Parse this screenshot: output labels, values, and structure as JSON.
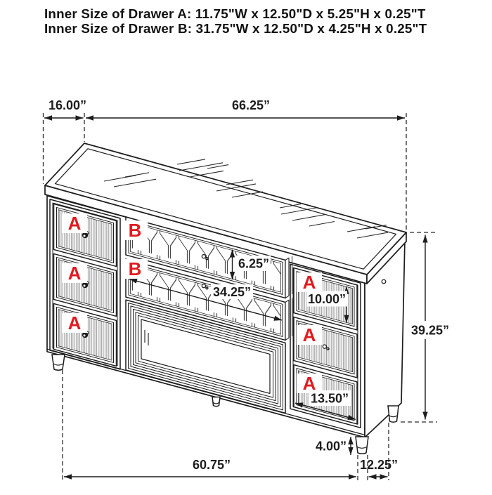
{
  "header": {
    "line1": "Inner Size of Drawer A: 11.75\"W x 12.50\"D x 5.25\"H x 0.25\"T",
    "line2": "Inner Size of Drawer B: 31.75\"W x 12.50\"D x 4.25\"H x 0.25\"T"
  },
  "labels": {
    "drawer_a": "A",
    "drawer_b": "B"
  },
  "dims": {
    "top_depth": "16.00”",
    "top_width": "66.25”",
    "b_height": "6.25”",
    "b_width": "34.25”",
    "a_height": "10.00”",
    "total_height": "39.25”",
    "a_width": "13.50”",
    "leg_height": "4.00”",
    "base_width": "60.75”",
    "leg_depth": "12.25”"
  },
  "colors": {
    "ink": "#1d1d1d",
    "red": "#e01b20",
    "texture_gray": "#9b9b9b"
  }
}
